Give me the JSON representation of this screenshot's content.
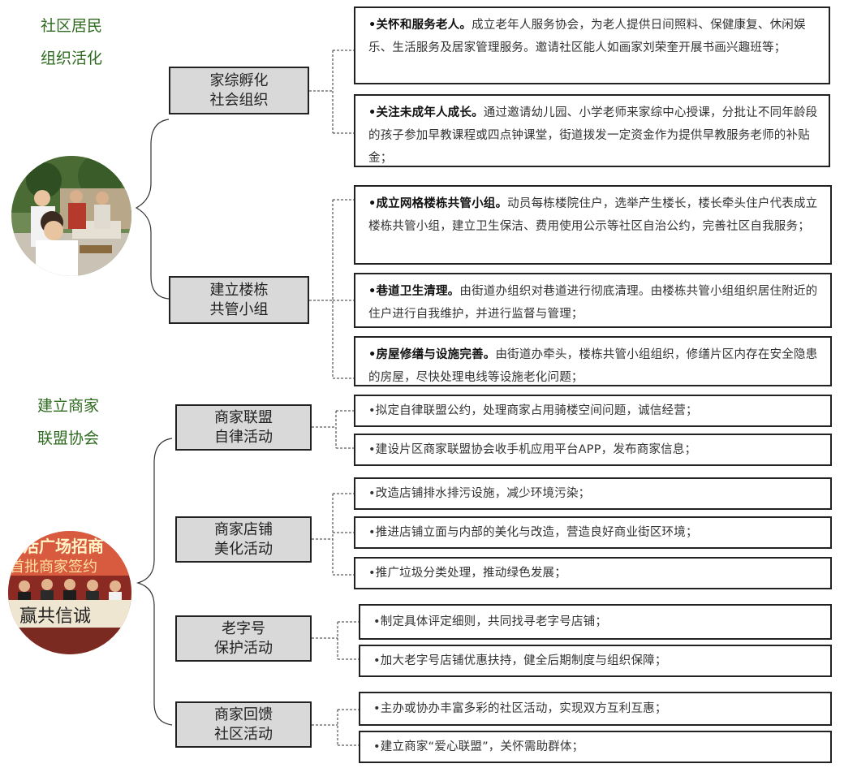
{
  "sections": [
    {
      "title_lines": [
        "社区居民",
        "组织活化"
      ],
      "photo": "community-volunteers-photo",
      "groups": [
        {
          "label_lines": [
            "家综孵化",
            "社会组织"
          ],
          "items": [
            {
              "bold": "•关怀和服务老人。",
              "text": "成立老年人服务协会，为老人提供日间照料、保健康复、休闲娱乐、生活服务及居家管理服务。邀请社区能人如画家刘荣奎开展书画兴趣班等；"
            },
            {
              "bold": "•关注未成年人成长。",
              "text": "通过邀请幼儿园、小学老师来家综中心授课，分批让不同年龄段的孩子参加早教课程或四点钟课堂，街道拨发一定资金作为提供早教服务老师的补贴金；"
            }
          ]
        },
        {
          "label_lines": [
            "建立楼栋",
            "共管小组"
          ],
          "items": [
            {
              "bold": "•成立网格楼栋共管小组。",
              "text": "动员每栋楼院住户，选举产生楼长，楼长牵头住户代表成立楼栋共管小组，建立卫生保洁、费用使用公示等社区自治公约，完善社区自我服务；"
            },
            {
              "bold": "•巷道卫生清理。",
              "text": "由街道办组织对巷道进行彻底清理。由楼栋共管小组组织居住附近的住户进行自我维护，并进行监督与管理；"
            },
            {
              "bold": "•房屋修缮与设施完善。",
              "text": "由街道办牵头，楼栋共管小组组织，修缮片区内存在安全隐患的房屋，尽快处理电线等设施老化问题；"
            }
          ]
        }
      ]
    },
    {
      "title_lines": [
        "建立商家",
        "联盟协会"
      ],
      "photo": "merchant-signing-ceremony-photo",
      "photo_banner": [
        "生活广场招商",
        "首批商家签约"
      ],
      "photo_sign": "赢共信诚",
      "groups": [
        {
          "label_lines": [
            "商家联盟",
            "自律活动"
          ],
          "items": [
            {
              "bold": "",
              "text": "•拟定自律联盟公约，处理商家占用骑楼空间问题，诚信经营；"
            },
            {
              "bold": "",
              "text": "•建设片区商家联盟协会收手机应用平台APP，发布商家信息；"
            }
          ]
        },
        {
          "label_lines": [
            "商家店铺",
            "美化活动"
          ],
          "items": [
            {
              "bold": "",
              "text": "•改造店铺排水排污设施，减少环境污染；"
            },
            {
              "bold": "",
              "text": "•推进店铺立面与内部的美化与改造，营造良好商业街区环境；"
            },
            {
              "bold": "",
              "text": "•推广垃圾分类处理，推动绿色发展；"
            }
          ]
        },
        {
          "label_lines": [
            "老字号",
            "保护活动"
          ],
          "items": [
            {
              "bold": "",
              "text": "•制定具体评定细则，共同找寻老字号店铺；"
            },
            {
              "bold": "",
              "text": "•加大老字号店铺优惠扶持，健全后期制度与组织保障；"
            }
          ]
        },
        {
          "label_lines": [
            "商家回馈",
            "社区活动"
          ],
          "items": [
            {
              "bold": "",
              "text": "•主办或协办丰富多彩的社区活动，实现双方互利互惠；"
            },
            {
              "bold": "",
              "text": "•建立商家“爱心联盟”，关怀需助群体；"
            }
          ]
        }
      ]
    }
  ],
  "colors": {
    "title_green": "#2e6b1f",
    "box_fill": "#d9d9d9",
    "border": "#222222"
  }
}
